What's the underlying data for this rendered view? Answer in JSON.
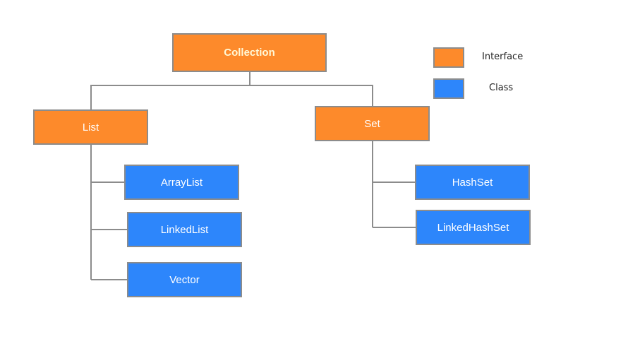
{
  "colors": {
    "interface": "#fd8a2b",
    "class": "#2d86fb",
    "border": "#8c8c8c",
    "connector": "#8c8c8c"
  },
  "legend": {
    "interface_label": "Interface",
    "class_label": "Class"
  },
  "nodes": {
    "collection": {
      "label": "Collection",
      "kind": "interface"
    },
    "list": {
      "label": "List",
      "kind": "interface"
    },
    "set": {
      "label": "Set",
      "kind": "interface"
    },
    "arraylist": {
      "label": "ArrayList",
      "kind": "class"
    },
    "linkedlist": {
      "label": "LinkedList",
      "kind": "class"
    },
    "vector": {
      "label": "Vector",
      "kind": "class"
    },
    "hashset": {
      "label": "HashSet",
      "kind": "class"
    },
    "linkedhashset": {
      "label": "LinkedHashSet",
      "kind": "class"
    }
  },
  "edges": [
    [
      "collection",
      "list"
    ],
    [
      "collection",
      "set"
    ],
    [
      "list",
      "arraylist"
    ],
    [
      "list",
      "linkedlist"
    ],
    [
      "list",
      "vector"
    ],
    [
      "set",
      "hashset"
    ],
    [
      "set",
      "linkedhashset"
    ]
  ]
}
